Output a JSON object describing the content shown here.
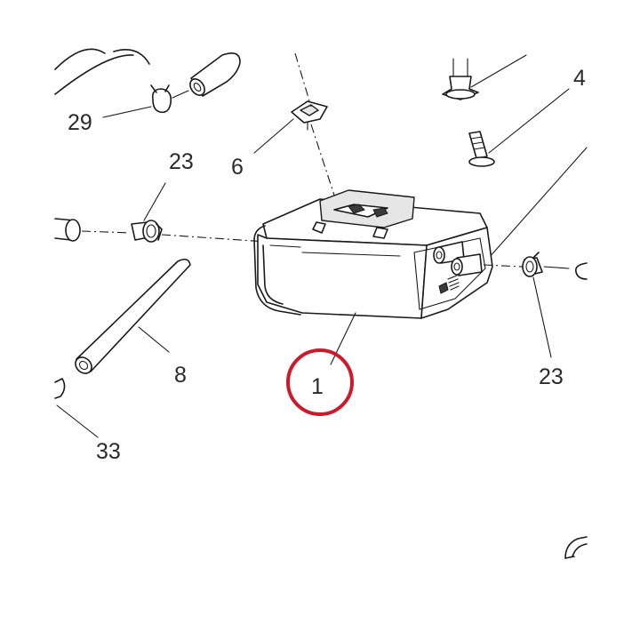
{
  "callouts": {
    "c29": "29",
    "c23a": "23",
    "c6": "6",
    "c4": "4",
    "c8": "8",
    "c1": "1",
    "c23b": "23",
    "c33": "33"
  },
  "highlight_color": "#cc1a2a"
}
